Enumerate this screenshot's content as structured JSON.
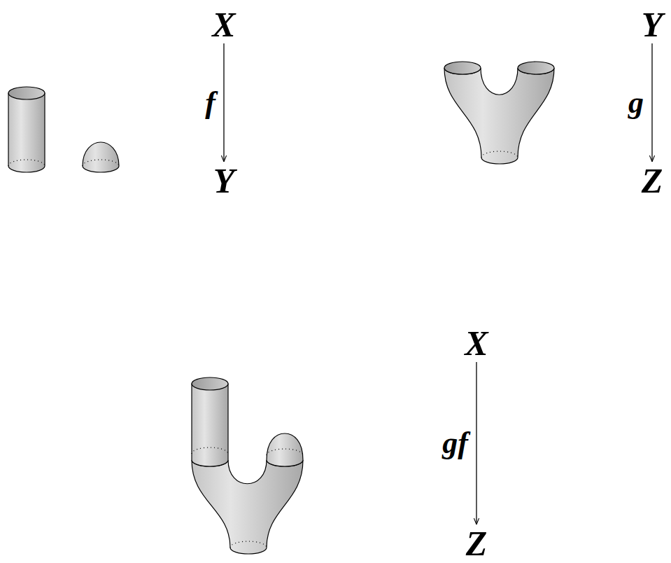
{
  "diagram": {
    "nodes": [
      {
        "text": [
          "X"
        ]
      },
      {
        "text": [
          "Y"
        ]
      },
      {
        "text": [
          "Y"
        ]
      },
      {
        "text": [
          "Z"
        ]
      },
      {
        "text": [
          "X"
        ]
      },
      {
        "text": [
          "Z"
        ]
      }
    ],
    "edges": [
      {
        "from": 0,
        "to": 1,
        "arrow": "to",
        "label": "f"
      },
      {
        "from": 2,
        "to": 3,
        "arrow": "to",
        "label": "g"
      },
      {
        "from": 4,
        "to": 5,
        "arrow": "to",
        "label": "gf"
      }
    ]
  }
}
